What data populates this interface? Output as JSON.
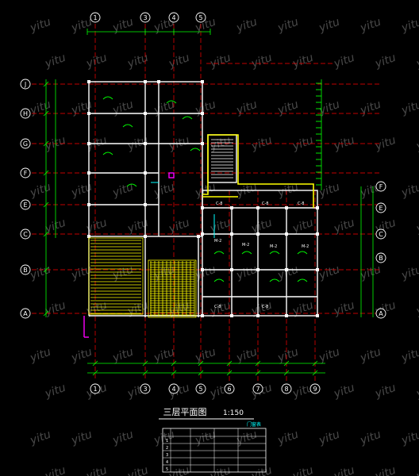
{
  "drawing": {
    "title": "三层平面图",
    "scale": "1:150",
    "colors": {
      "background": "#000000",
      "wall": "#ffffff",
      "axis": "#ff0000",
      "dimension": "#00ff00",
      "hatch": "#ffff00",
      "text": "#ffffff",
      "highlight": "#ffff00",
      "magenta": "#ff00ff",
      "cyan": "#00ffff"
    },
    "watermark": "yitu"
  },
  "axes_top": [
    "1",
    "3",
    "4",
    "5"
  ],
  "axes_bottom": [
    "1",
    "3",
    "4",
    "5",
    "6",
    "7",
    "8",
    "9"
  ],
  "axes_left": [
    "J",
    "H",
    "G",
    "F",
    "E",
    "C",
    "B",
    "A"
  ],
  "axes_right": [
    "F",
    "E",
    "C",
    "B",
    "A"
  ],
  "room_labels": [
    "C-8",
    "C-8",
    "C-8",
    "M-2",
    "M-2",
    "M-2",
    "M-2",
    "C-8",
    "C-8"
  ],
  "legend": {
    "header": "门窗表",
    "rows": [
      "1",
      "2",
      "3",
      "4",
      "5"
    ]
  }
}
